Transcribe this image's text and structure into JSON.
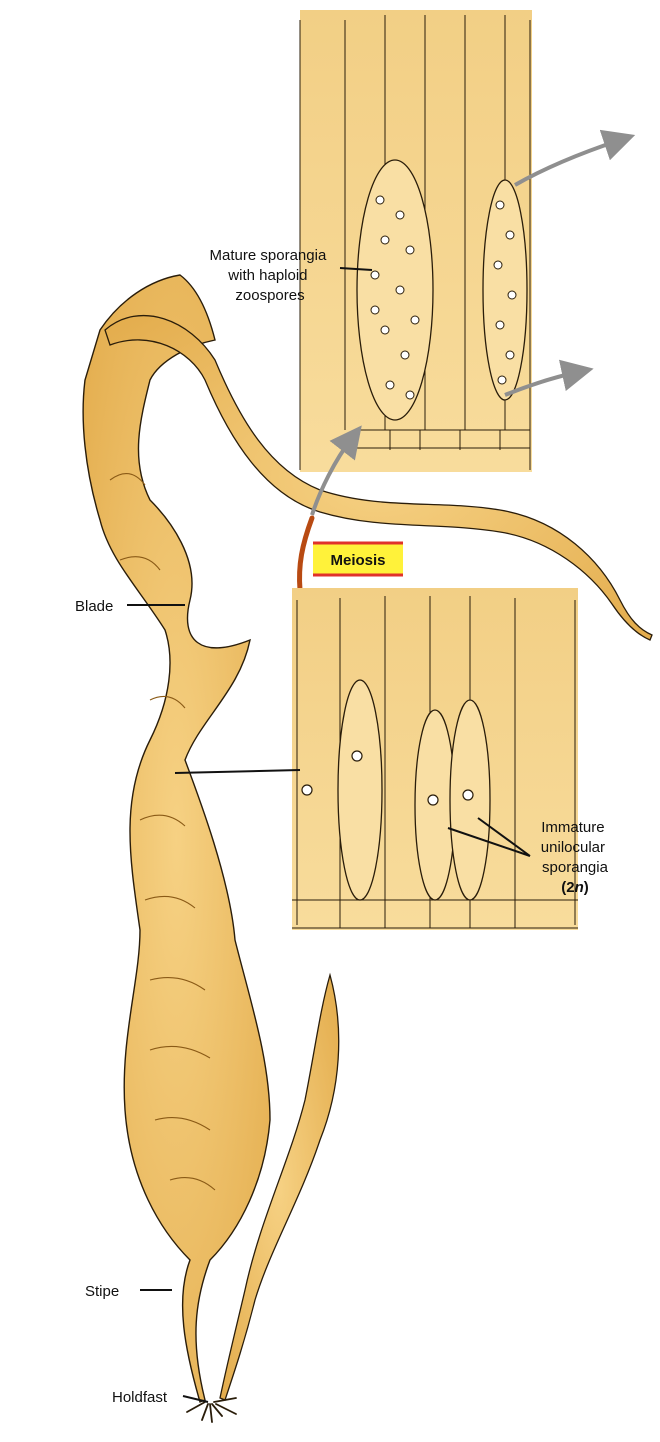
{
  "labels": {
    "mature": [
      "Mature sporangia",
      "with haploid",
      "zoospores"
    ],
    "immature": [
      "Immature",
      "unilocular",
      "sporangia"
    ],
    "ploidy_prefix": "(2",
    "ploidy_n": "n",
    "ploidy_suffix": ")",
    "blade": "Blade",
    "stipe": "Stipe",
    "holdfast": "Holdfast",
    "meiosis": "Meiosis"
  },
  "colors": {
    "tissue_fill": "#f7d58e",
    "tissue_dark": "#e2b560",
    "kelp_fill": "#f3c86e",
    "kelp_shade": "#c48a2c",
    "outline": "#2a1d0a",
    "arrow": "#8f8f8f",
    "meiosis_bar": "#b84a12",
    "meiosis_box": "#fff23a",
    "meiosis_stripe": "#e0322b"
  }
}
